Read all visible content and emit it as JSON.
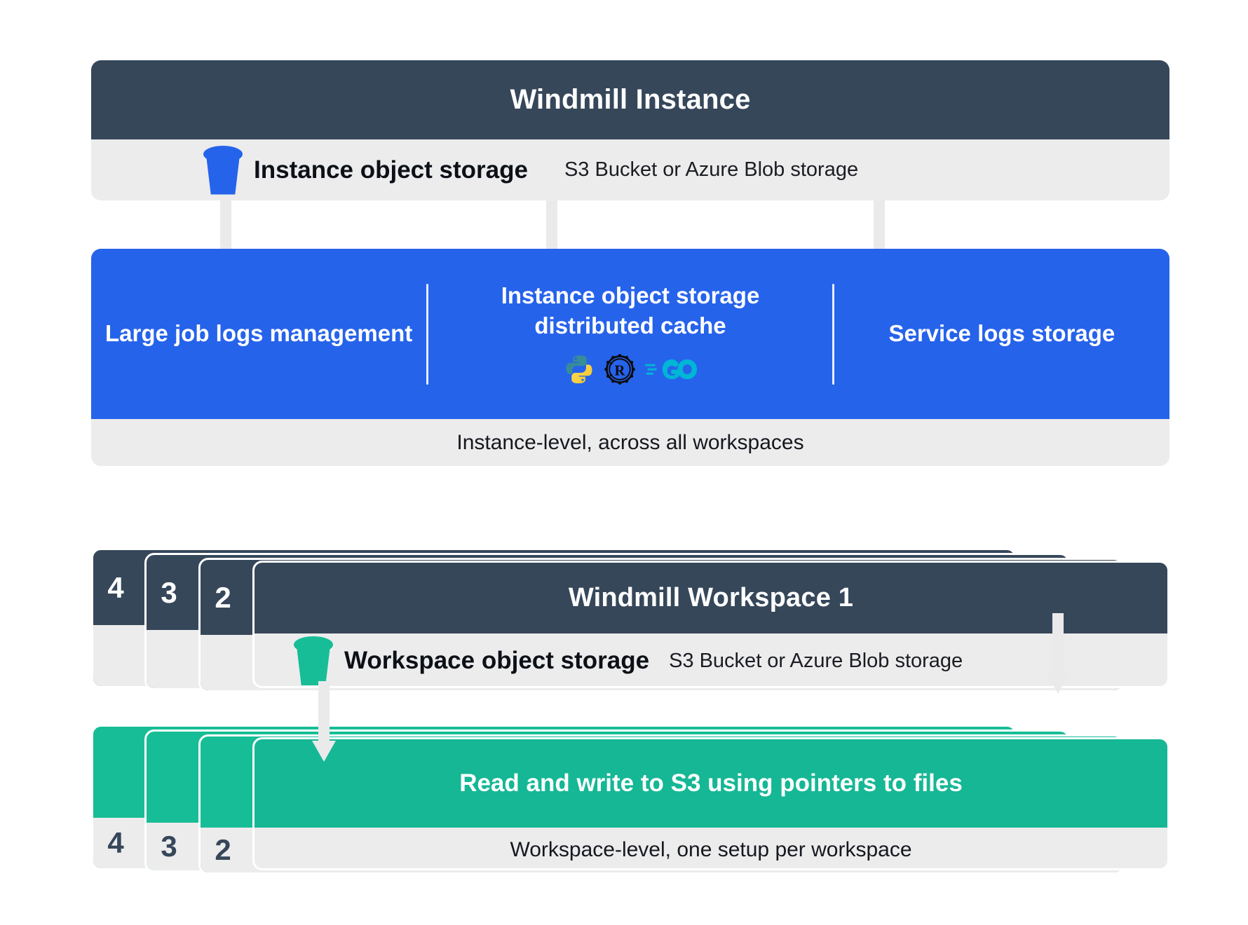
{
  "instance": {
    "title": "Windmill Instance",
    "storage": {
      "icon": "bucket-icon",
      "label": "Instance object storage",
      "sublabel": "S3 Bucket or Azure Blob storage",
      "color": "#2563eb"
    },
    "features": {
      "columns": [
        {
          "label": "Large job logs management"
        },
        {
          "label": "Instance object storage distributed cache",
          "languages": [
            "python-icon",
            "rust-icon",
            "go-icon"
          ]
        },
        {
          "label": "Service logs storage"
        }
      ],
      "footer": "Instance-level, across all workspaces",
      "background": "#2663eb"
    }
  },
  "workspace": {
    "stack_numbers": [
      "4",
      "3",
      "2"
    ],
    "title": "Windmill Workspace 1",
    "storage": {
      "icon": "bucket-icon",
      "label": "Workspace object storage",
      "sublabel": "S3 Bucket or Azure Blob storage",
      "color": "#17bd96"
    },
    "action": {
      "stack_numbers": [
        "4",
        "3",
        "2"
      ],
      "title": "Read and write to S3 using pointers to files",
      "footer": "Workspace-level, one setup per workspace",
      "background": "#15b795"
    }
  },
  "palette": {
    "header_dark": "#36475a",
    "light_gray": "#ececed",
    "blue": "#2663eb",
    "green": "#15b795",
    "arrow_gray": "#eaeaea"
  }
}
